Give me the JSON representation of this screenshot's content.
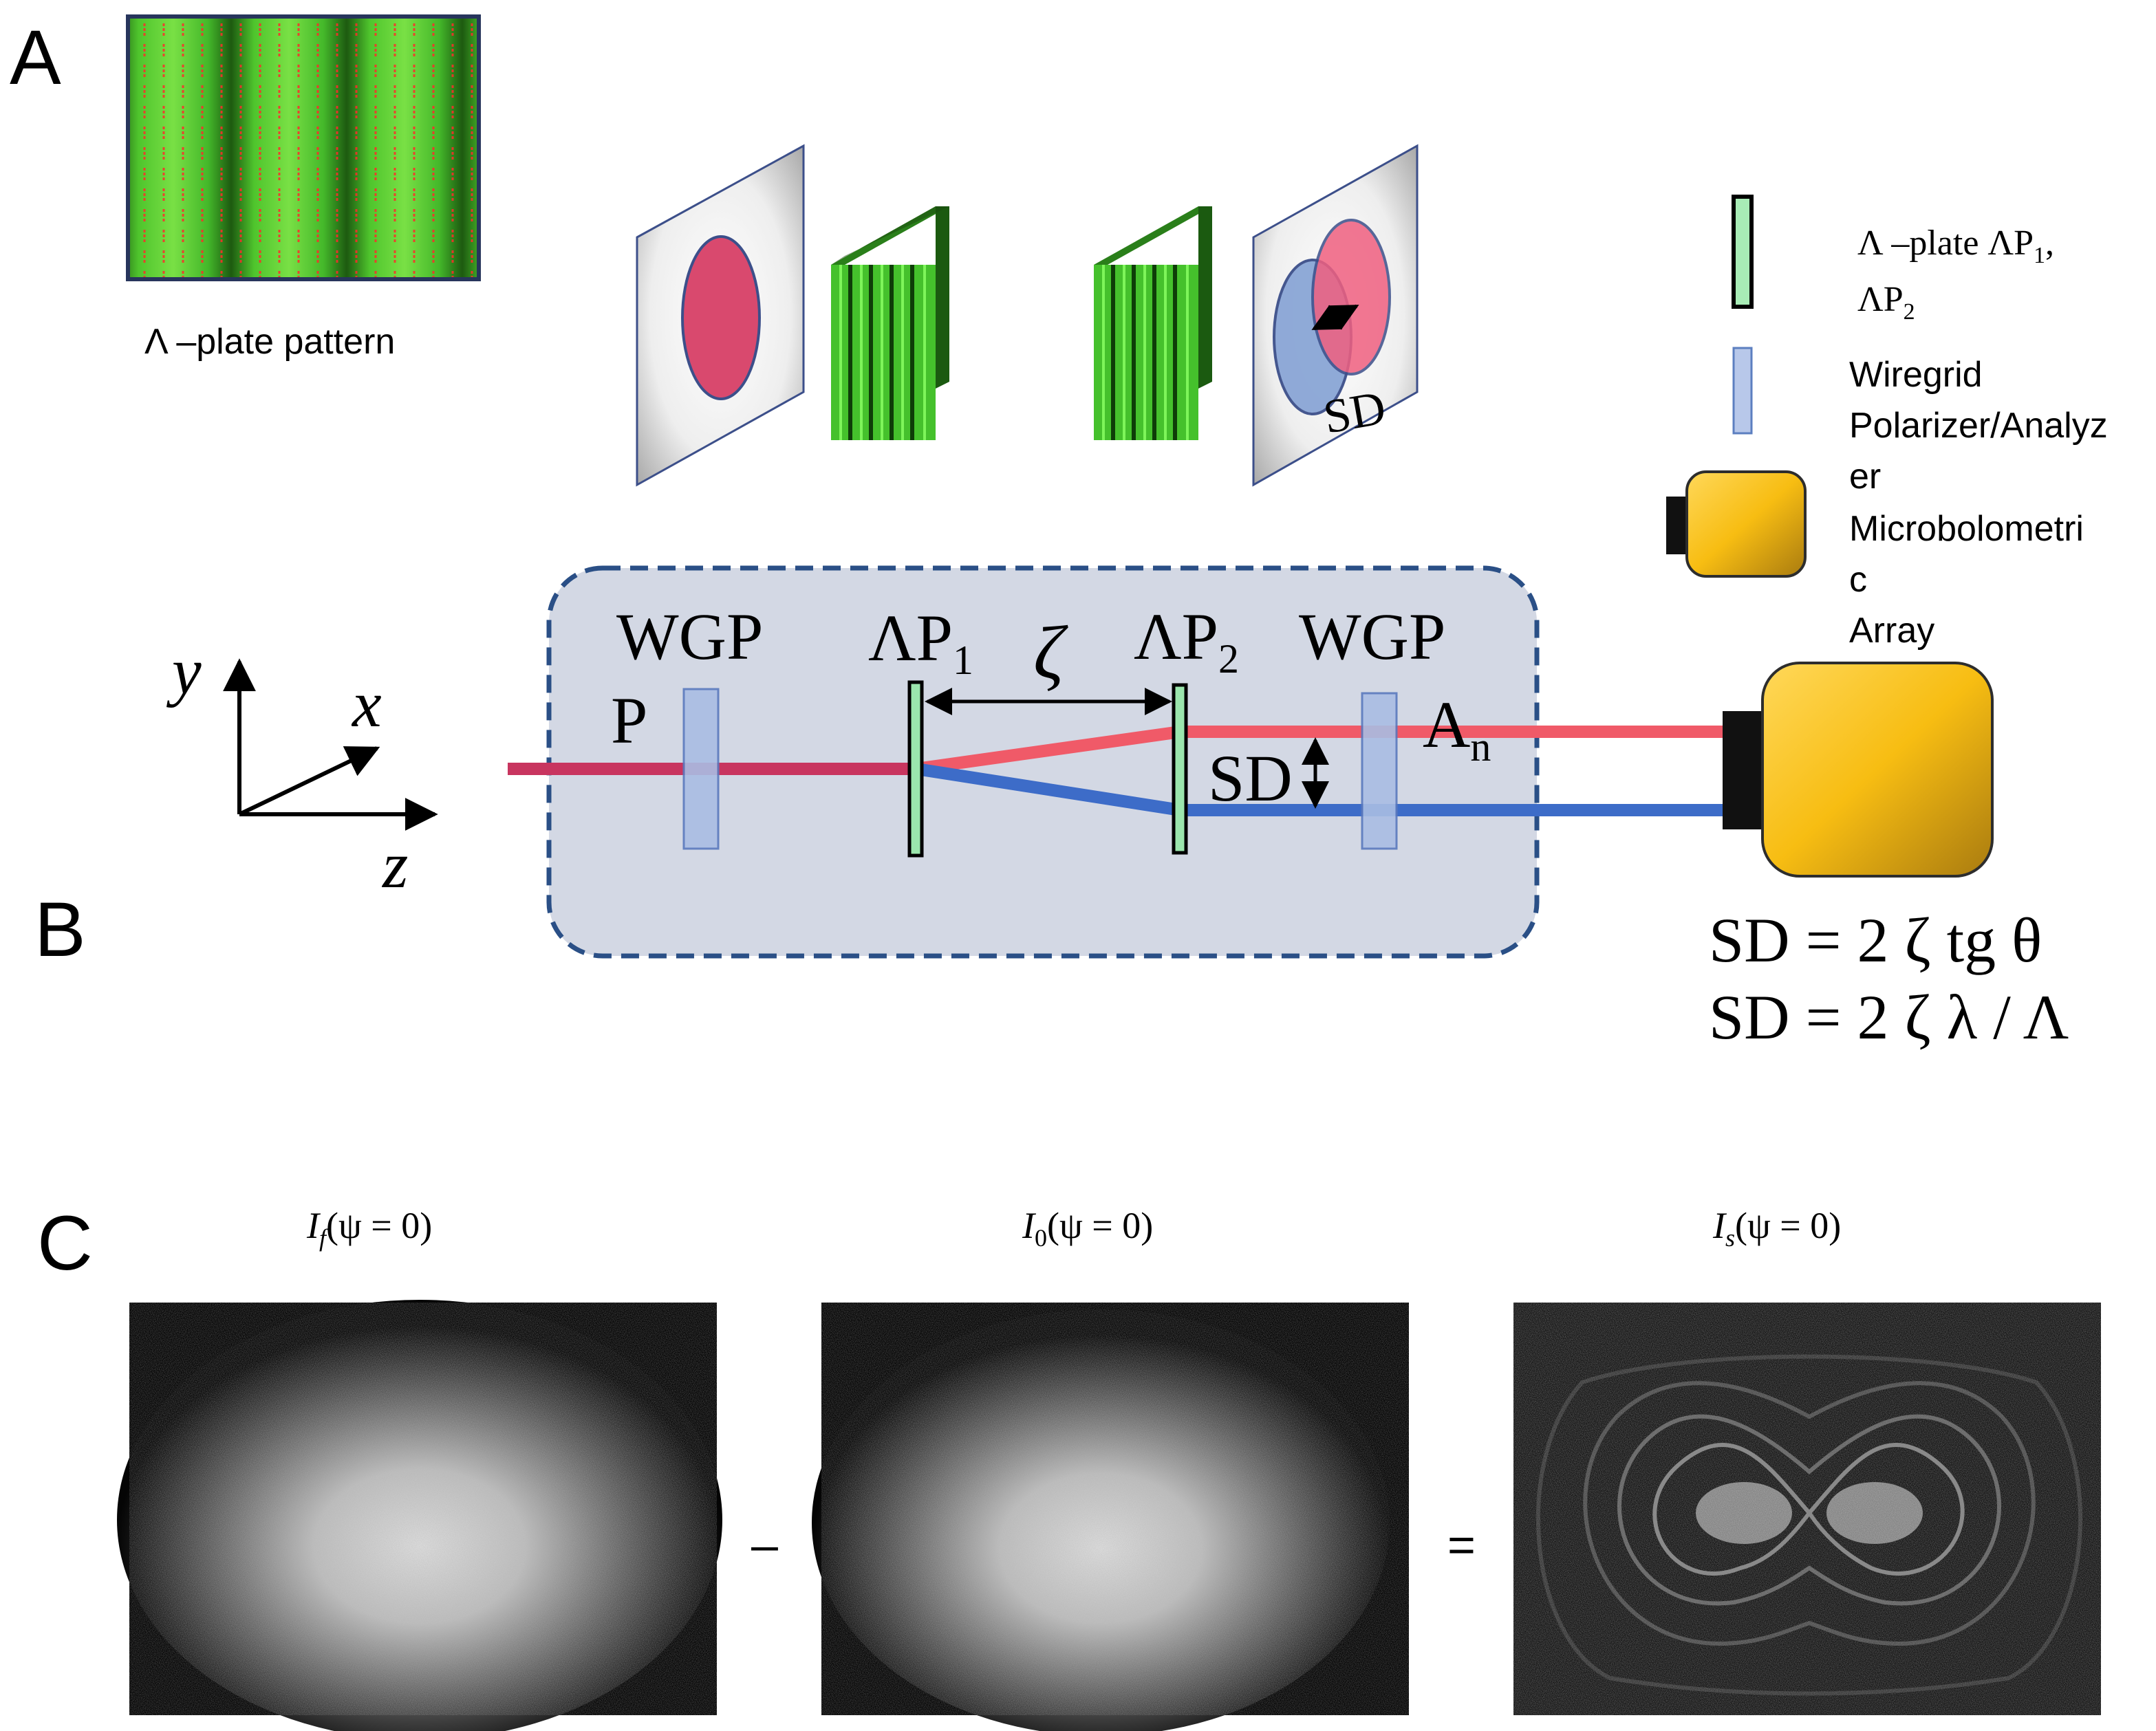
{
  "panels": {
    "a": "A",
    "b": "B",
    "c": "C"
  },
  "lambda_plate_caption": "Λ –plate pattern",
  "legend": {
    "lambda_plate_line1": "Λ –plate ΛP",
    "lambda_plate_sub1": "1",
    "lambda_plate_comma": ",",
    "lambda_plate_line2": "ΛP",
    "lambda_plate_sub2": "2",
    "wiregrid_lines": [
      "Wiregrid",
      "Polarizer/Analyz",
      "er"
    ],
    "bolometer_lines": [
      "Microbolometri",
      "c",
      "Array"
    ]
  },
  "shear_label": "SD",
  "setup": {
    "wgp_left": "WGP",
    "p_label": "P",
    "ap1_main": "ΛP",
    "ap1_sub": "1",
    "zeta": "ζ",
    "ap2_main": "ΛP",
    "ap2_sub": "2",
    "wgp_right": "WGP",
    "sd_label": "SD",
    "an_main": "A",
    "an_sub": "n",
    "axis_x": "x",
    "axis_y": "y",
    "axis_z": "z"
  },
  "formulas": [
    "SD = 2 ζ tg θ",
    "SD = 2 ζ λ / Λ"
  ],
  "images": {
    "left_title": "I_f(ψ = 0)",
    "left_title_main": "I",
    "left_title_sub": "f",
    "left_title_rest": "(ψ = 0)",
    "mid_title_main": "I",
    "mid_title_sub": "0",
    "mid_title_rest": "(ψ = 0)",
    "right_title_main": "I",
    "right_title_sub": "s",
    "right_title_rest": "(ψ = 0)",
    "minus": "–",
    "equals": "="
  },
  "colors": {
    "beam_red": "#f05a68",
    "beam_blue": "#3d6cc8",
    "beam_purple": "#c8355f",
    "setup_box": "#d3d8e4",
    "setup_border": "#2a4f86",
    "plate_green": "#9be6ad",
    "wgp_blue": "#a9bde3",
    "camera_gold": "#f9c11a"
  }
}
